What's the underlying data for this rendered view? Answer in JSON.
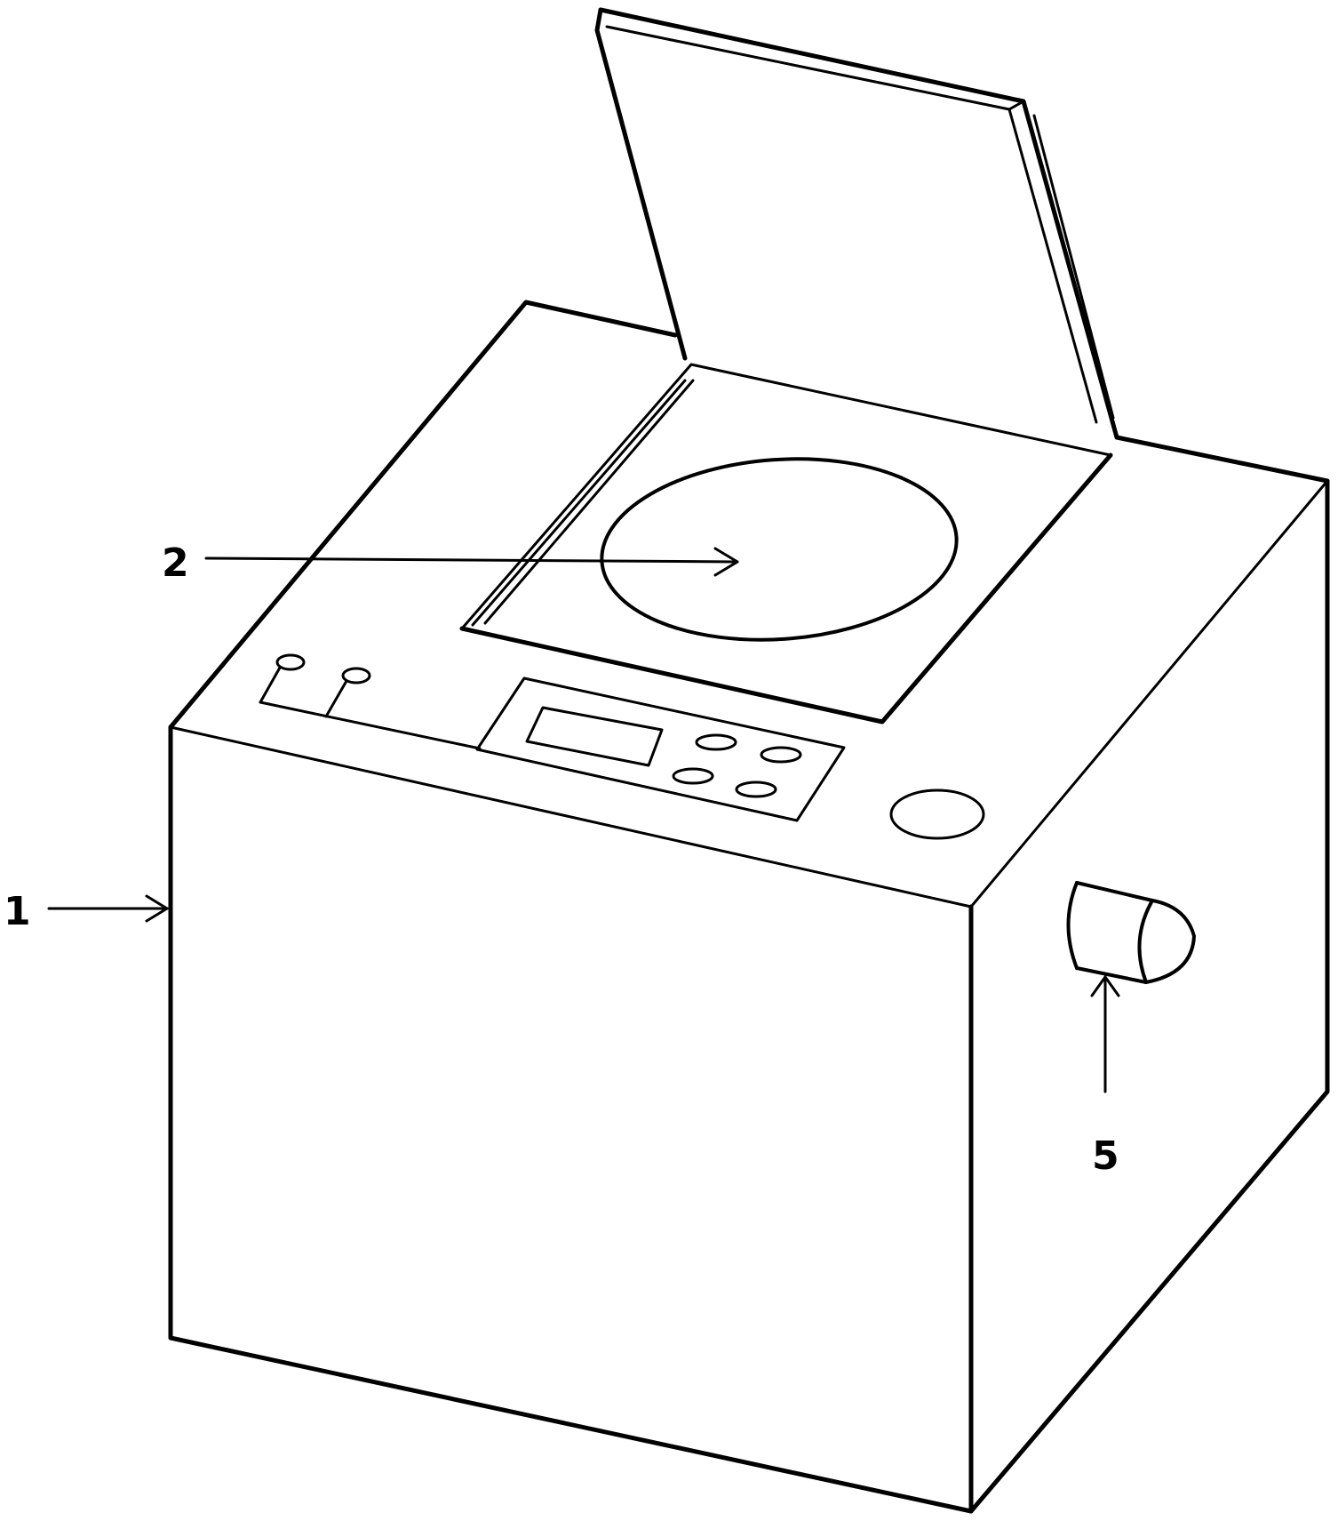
{
  "labels": {
    "housing": "1",
    "turntable": "2",
    "side_knob": "5"
  }
}
